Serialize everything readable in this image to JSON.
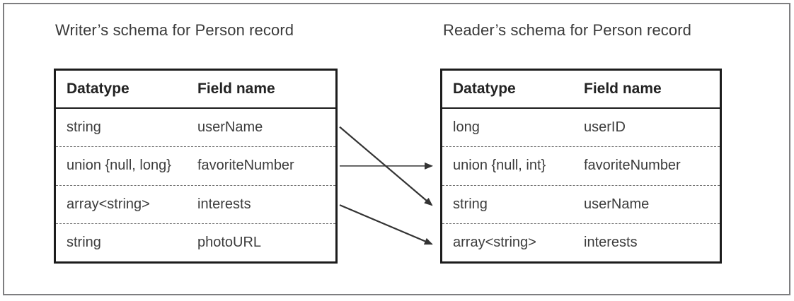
{
  "titles": {
    "writer": "Writer’s schema for Person record",
    "reader": "Reader’s schema for Person record"
  },
  "writer_table": {
    "headers": {
      "datatype": "Datatype",
      "field_name": "Field name"
    },
    "rows": [
      {
        "datatype": "string",
        "field_name": "userName"
      },
      {
        "datatype": "union {null, long}",
        "field_name": "favoriteNumber"
      },
      {
        "datatype": "array<string>",
        "field_name": "interests"
      },
      {
        "datatype": "string",
        "field_name": "photoURL"
      }
    ]
  },
  "reader_table": {
    "headers": {
      "datatype": "Datatype",
      "field_name": "Field name"
    },
    "rows": [
      {
        "datatype": "long",
        "field_name": "userID"
      },
      {
        "datatype": "union {null, int}",
        "field_name": "favoriteNumber"
      },
      {
        "datatype": "string",
        "field_name": "userName"
      },
      {
        "datatype": "array<string>",
        "field_name": "interests"
      }
    ]
  },
  "connections": [
    {
      "from_field": "userName",
      "from_row": 0,
      "to_field": "userName",
      "to_row": 2
    },
    {
      "from_field": "favoriteNumber",
      "from_row": 1,
      "to_field": "favoriteNumber",
      "to_row": 1
    },
    {
      "from_field": "interests",
      "from_row": 2,
      "to_field": "interests",
      "to_row": 3
    }
  ],
  "colors": {
    "text": "#3c3c3c",
    "table_border": "#1c1c1c",
    "dashed_divider": "#6e6e6e",
    "arrow": "#333333",
    "frame_border": "#7e7e80",
    "background": "#ffffff"
  }
}
